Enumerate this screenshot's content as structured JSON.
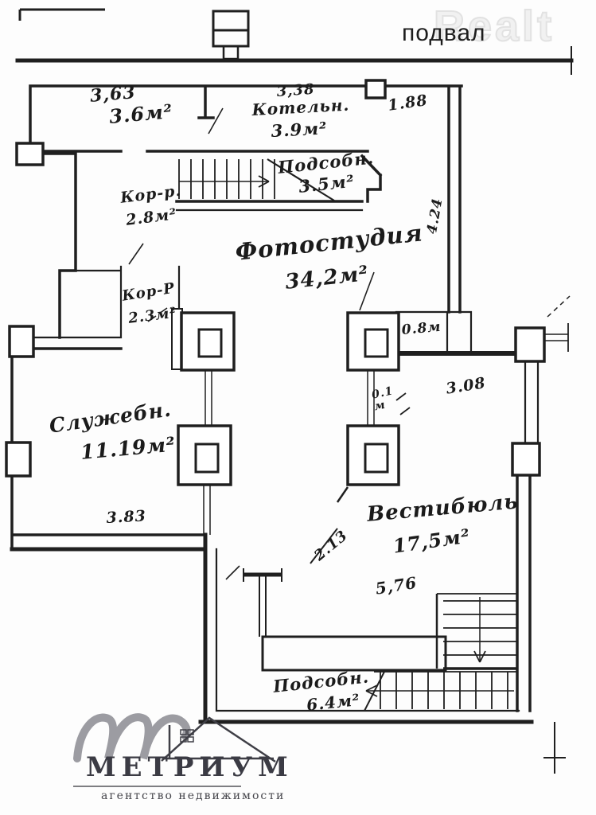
{
  "page": {
    "floor_title": "подвал",
    "watermark": "Realt"
  },
  "rooms": {
    "storage_top": {
      "area": "3.6м²"
    },
    "boiler": {
      "name": "Котельн.",
      "area": "3.9м²"
    },
    "utility_upper": {
      "name": "Подсобн.",
      "area": "3.5м²"
    },
    "corridor_upper": {
      "name": "Кор-р.",
      "area": "2.8м²"
    },
    "photo_studio": {
      "name": "Фотостудия",
      "area": "34,2м²"
    },
    "corridor_lower": {
      "name": "Кор-Р",
      "area": "2.3м²"
    },
    "niche": {
      "area": "0.8м"
    },
    "service": {
      "name": "Служебн.",
      "area": "11.19м²"
    },
    "vestibule": {
      "name": "Вестибюль",
      "area": "17,5м²"
    },
    "utility_lower": {
      "name": "Подсобн.",
      "area": "6.4м²"
    }
  },
  "dimensions": {
    "d363": "3,63",
    "d338": "3,38",
    "d188": "1.88",
    "d424": "4.24",
    "d308": "3.08",
    "d01": "0.1",
    "d01_unit": "м",
    "d383": "3.83",
    "d213": "2.13",
    "d576": "5,76"
  },
  "logo": {
    "name": "МЕТРИУМ",
    "tagline": "агентство недвижимости"
  },
  "colors": {
    "ink": "#1f1f1f",
    "watermark": "#e9e9e9",
    "logo_gray": "#9c9ca2",
    "logo_text": "#3b3b44"
  }
}
